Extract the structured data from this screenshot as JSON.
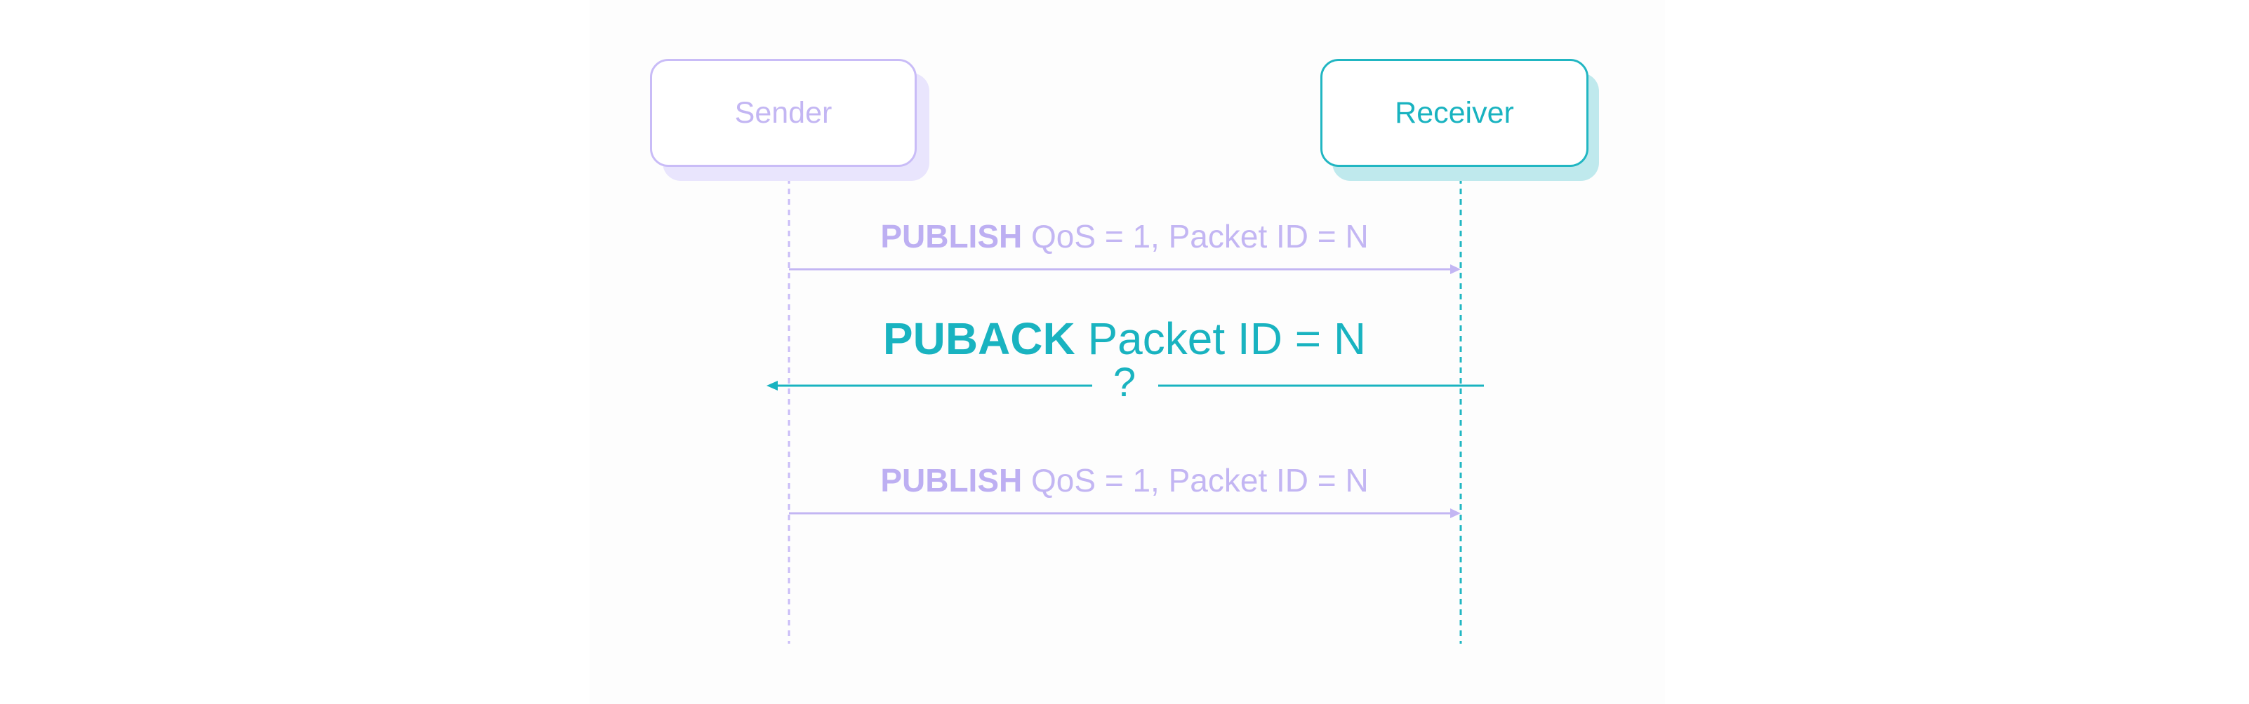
{
  "actors": {
    "sender": {
      "label": "Sender",
      "color": "#c3b6f3"
    },
    "receiver": {
      "label": "Receiver",
      "color": "#19b3c0"
    }
  },
  "messages": [
    {
      "keyword": "PUBLISH",
      "text": "QoS = 1, Packet ID = N",
      "direction": "sender-to-receiver",
      "status": "delivered"
    },
    {
      "keyword": "PUBACK",
      "text": "Packet ID = N",
      "direction": "receiver-to-sender",
      "status": "lost",
      "marker": "?"
    },
    {
      "keyword": "PUBLISH",
      "text": "QoS = 1, Packet ID = N",
      "direction": "sender-to-receiver",
      "status": "delivered"
    }
  ],
  "colors": {
    "light": "#c3b6f3",
    "teal": "#19b3c0"
  }
}
